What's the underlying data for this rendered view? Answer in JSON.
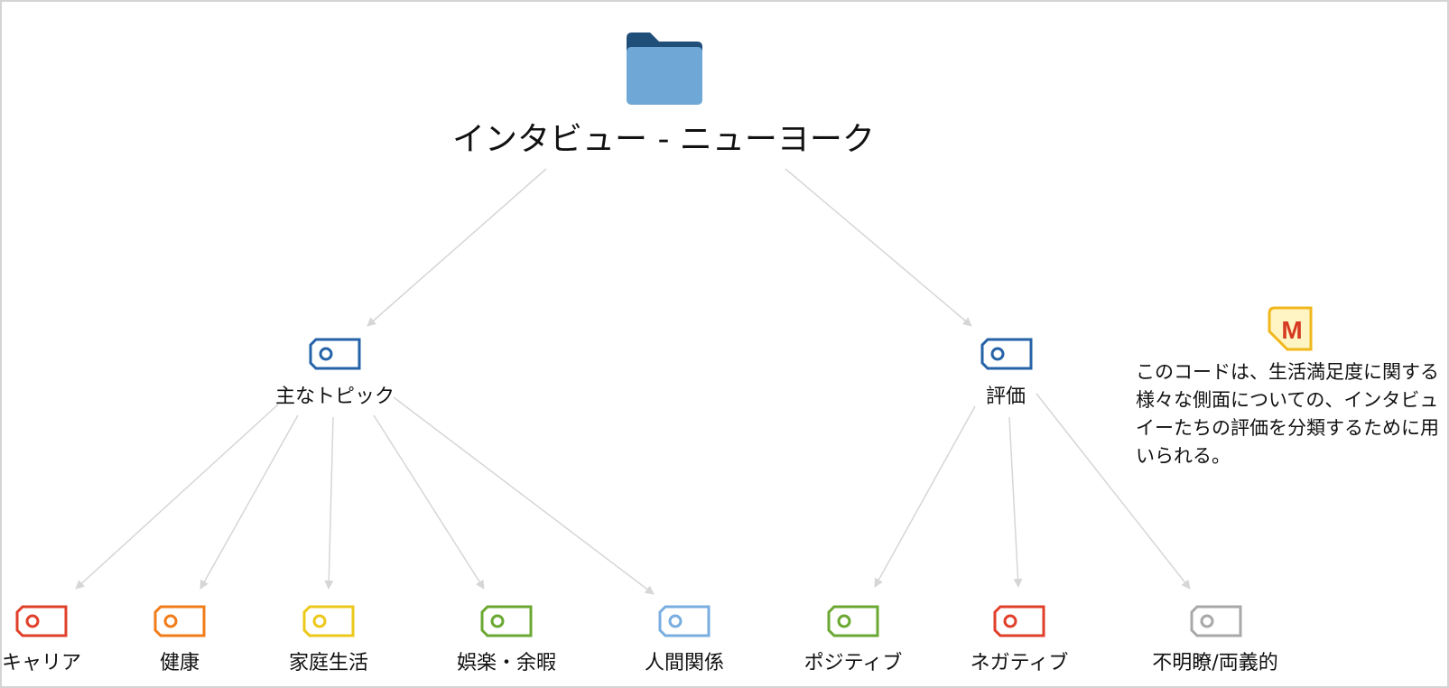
{
  "root": {
    "label": "インタビュー - ニューヨーク",
    "icon": "folder-icon",
    "colors": {
      "tab": "#1f4e79",
      "body": "#6fa8d6"
    }
  },
  "groups": [
    {
      "label": "主なトピック",
      "color": "#2563a8",
      "children": [
        {
          "label": "キャリア",
          "color": "#e0402a"
        },
        {
          "label": "健康",
          "color": "#f07d1a"
        },
        {
          "label": "家庭生活",
          "color": "#ecc81a"
        },
        {
          "label": "娯楽・余暇",
          "color": "#6aa832"
        },
        {
          "label": "人間関係",
          "color": "#78aee0"
        }
      ]
    },
    {
      "label": "評価",
      "color": "#2563a8",
      "children": [
        {
          "label": "ポジティブ",
          "color": "#6aa832"
        },
        {
          "label": "ネガティブ",
          "color": "#e0402a"
        },
        {
          "label": "不明瞭/両義的",
          "color": "#a8a8a8"
        }
      ]
    }
  ],
  "memo": {
    "icon": "memo-icon",
    "letter": "M",
    "text": "このコードは、生活満足度に関する様々な側面についての、インタビュイーたちの評価を分類するために用いられる。",
    "colors": {
      "border": "#f0b81c",
      "fill": "#fff4c4",
      "letter": "#d63a22"
    }
  },
  "edge_color": "#d6d6d6"
}
